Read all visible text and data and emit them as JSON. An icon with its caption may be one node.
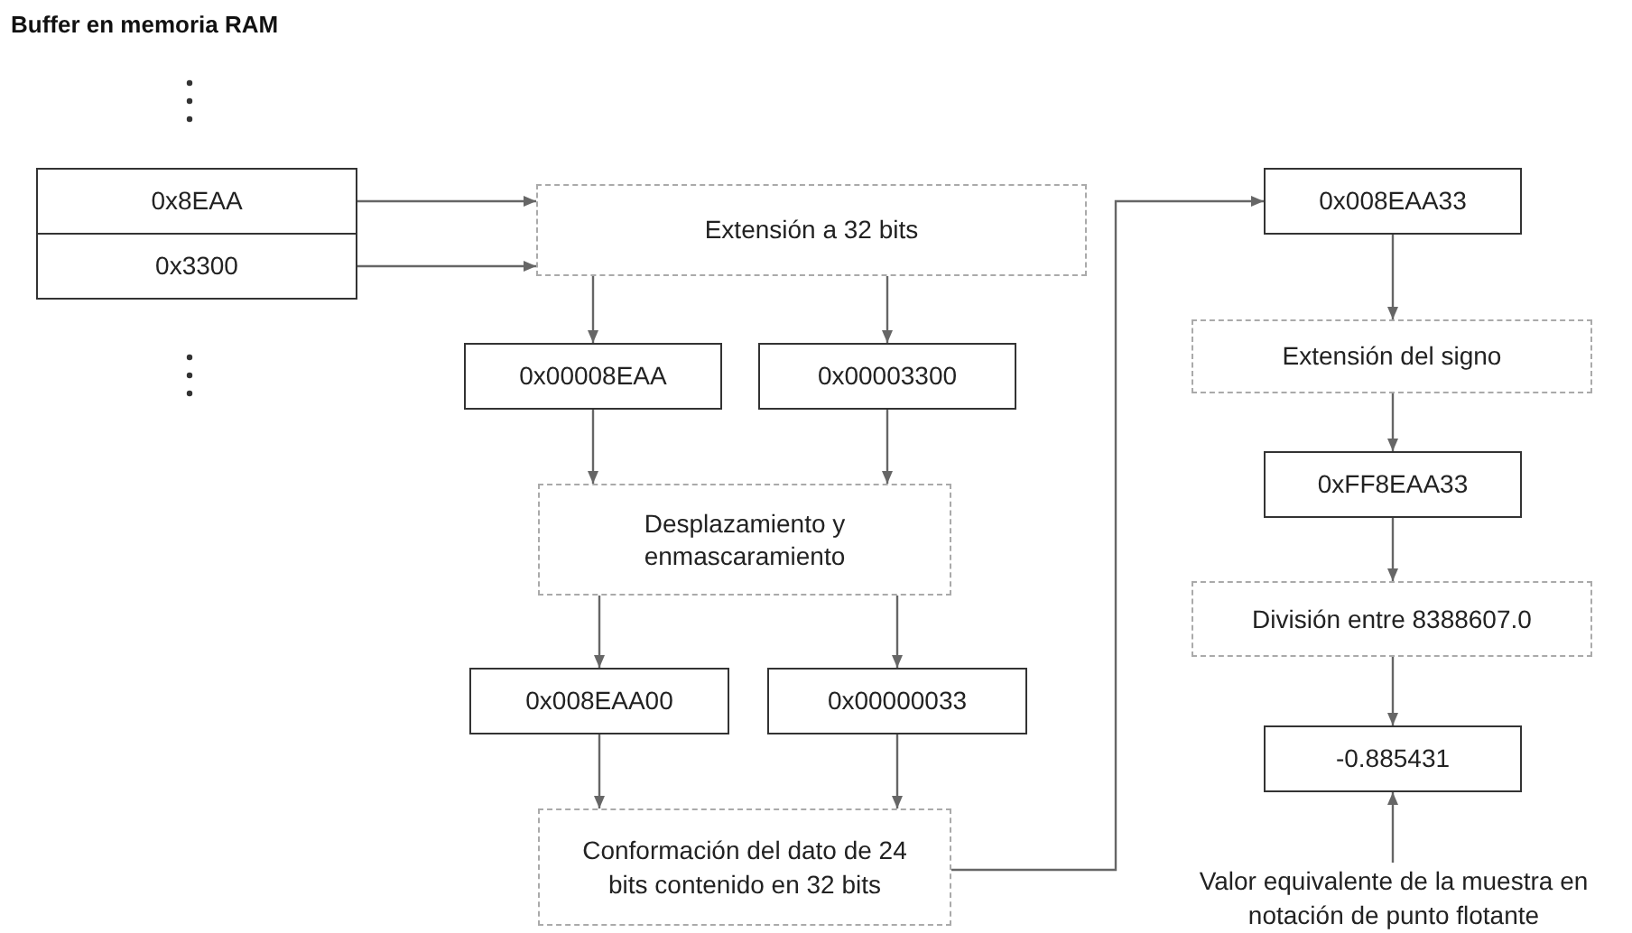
{
  "diagram": {
    "title": "Buffer en memoria RAM",
    "nodes": [
      {
        "text": [
          "0x8EAA"
        ]
      },
      {
        "text": [
          "0x3300"
        ]
      },
      {
        "text": [
          "Extensión a 32 bits"
        ]
      },
      {
        "text": [
          "0x00008EAA"
        ]
      },
      {
        "text": [
          "0x00003300"
        ]
      },
      {
        "text": [
          "Desplazamiento y enmascaramiento"
        ]
      },
      {
        "text": [
          "0x008EAA00"
        ]
      },
      {
        "text": [
          "0x00000033"
        ]
      },
      {
        "text": [
          "Conformación del dato de 24 bits contenido en 32 bits"
        ]
      },
      {
        "text": [
          "0x008EAA33"
        ]
      },
      {
        "text": [
          "Extensión del signo"
        ]
      },
      {
        "text": [
          "0xFF8EAA33"
        ]
      },
      {
        "text": [
          "División entre 8388607.0"
        ]
      },
      {
        "text": [
          "-0.885431"
        ]
      },
      {
        "text": [
          "Valor equivalente de la muestra en notación de punto flotante"
        ]
      }
    ],
    "edges": [
      {
        "from": 0,
        "to": 2,
        "arrow": "to"
      },
      {
        "from": 1,
        "to": 2,
        "arrow": "to"
      },
      {
        "from": 2,
        "to": 3,
        "arrow": "to"
      },
      {
        "from": 2,
        "to": 4,
        "arrow": "to"
      },
      {
        "from": 3,
        "to": 5,
        "arrow": "to"
      },
      {
        "from": 4,
        "to": 5,
        "arrow": "to"
      },
      {
        "from": 5,
        "to": 6,
        "arrow": "to"
      },
      {
        "from": 5,
        "to": 7,
        "arrow": "to"
      },
      {
        "from": 6,
        "to": 8,
        "arrow": "to"
      },
      {
        "from": 7,
        "to": 8,
        "arrow": "to"
      },
      {
        "from": 8,
        "to": 9,
        "arrow": "to"
      },
      {
        "from": 9,
        "to": 10,
        "arrow": "to"
      },
      {
        "from": 10,
        "to": 11,
        "arrow": "to"
      },
      {
        "from": 11,
        "to": 12,
        "arrow": "to"
      },
      {
        "from": 12,
        "to": 13,
        "arrow": "to"
      },
      {
        "from": 14,
        "to": 13,
        "arrow": "to"
      }
    ]
  }
}
